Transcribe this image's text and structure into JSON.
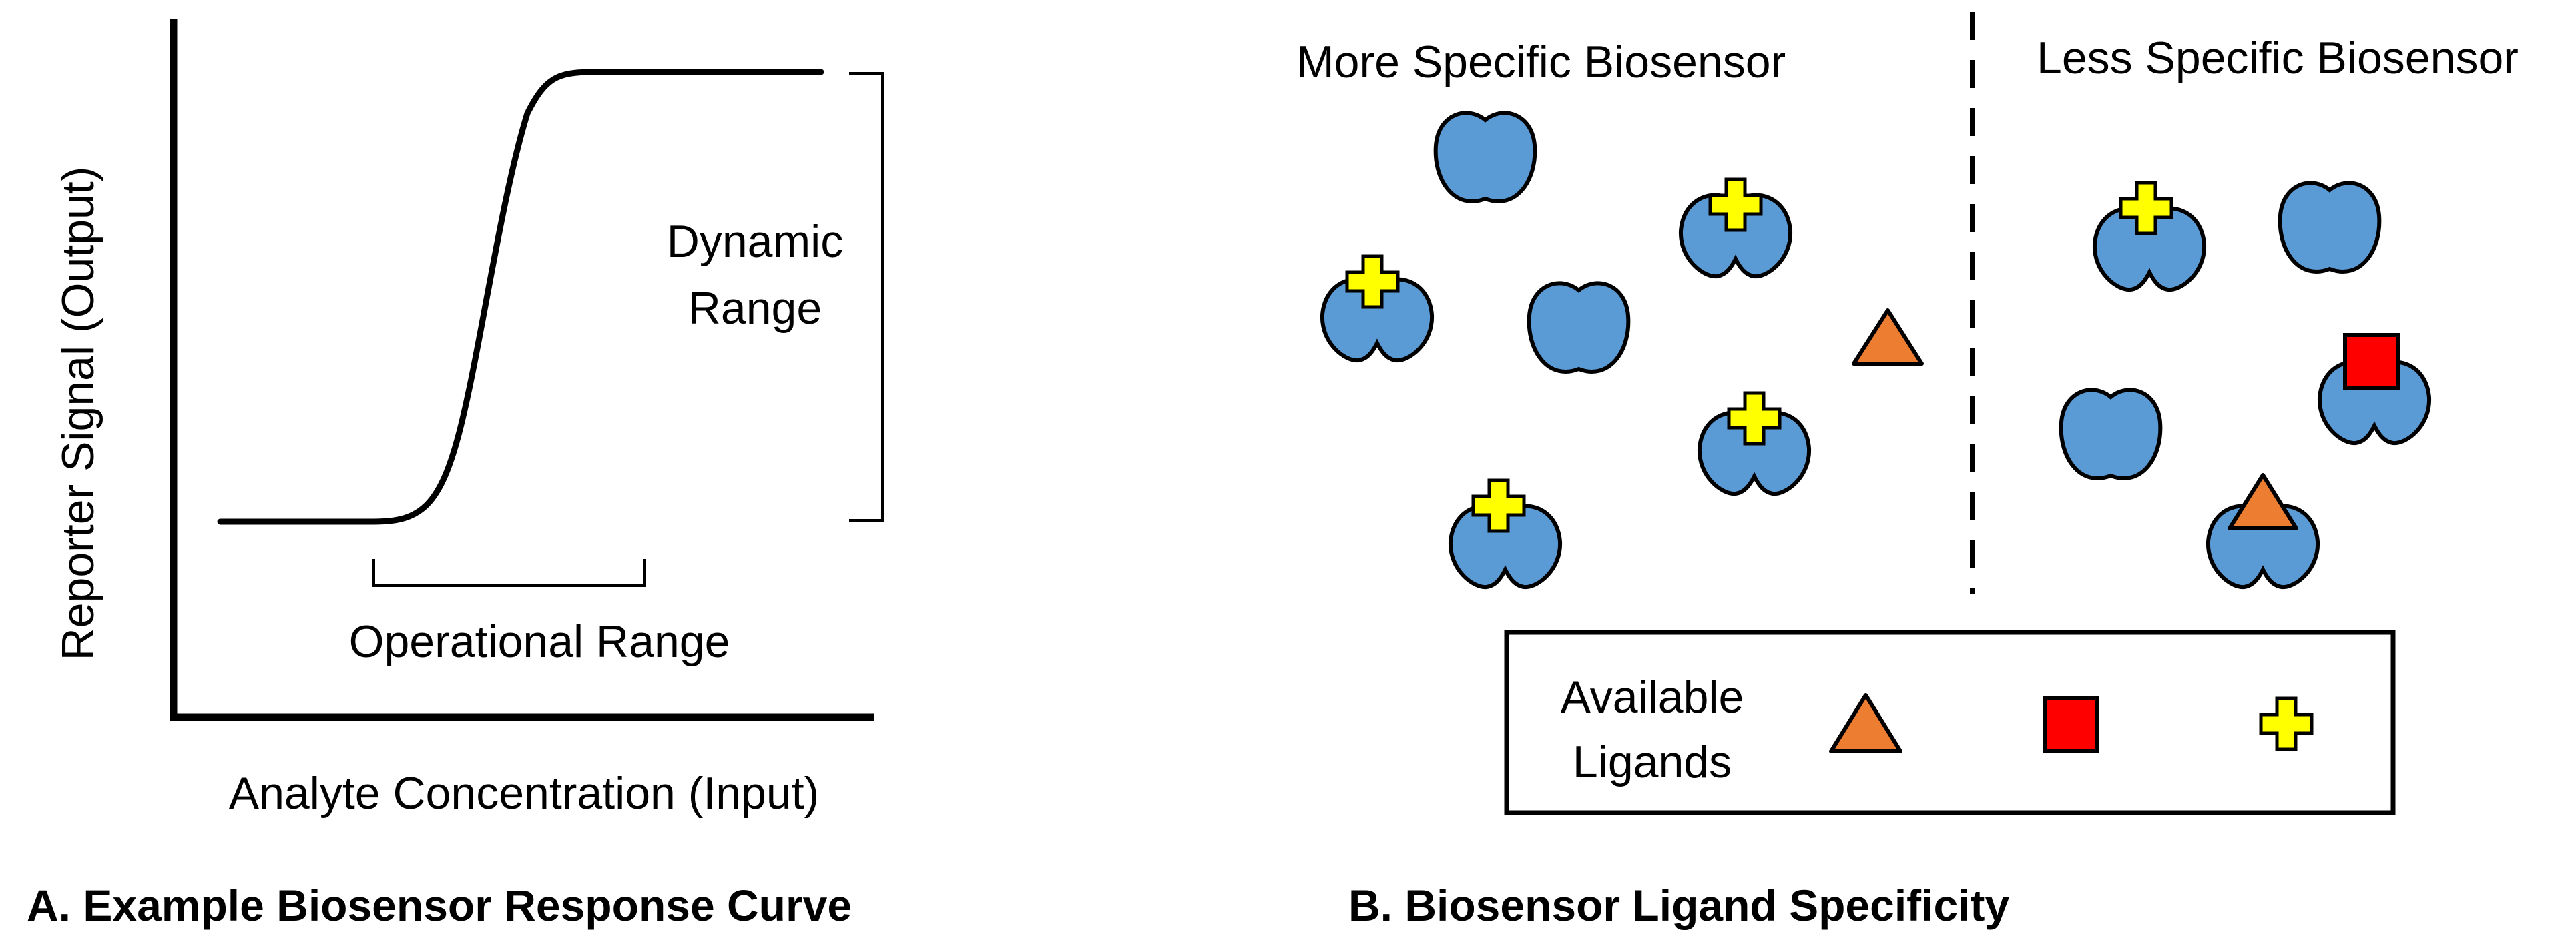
{
  "panel_a": {
    "y_axis_label": "Reporter Signal (Output)",
    "x_axis_label": "Analyte Concentration (Input)",
    "dynamic_range_line1": "Dynamic",
    "dynamic_range_line2": "Range",
    "operational_range_label": "Operational Range",
    "caption": "A. Example Biosensor Response Curve"
  },
  "panel_b": {
    "more_specific_label": "More Specific Biosensor",
    "less_specific_label": "Less Specific Biosensor",
    "legend_line1": "Available",
    "legend_line2": "Ligands",
    "caption": "B. Biosensor Ligand Specificity"
  },
  "legend_ligands": [
    "triangle-ligand",
    "square-ligand",
    "cross-ligand"
  ],
  "colors": {
    "receptor_blue": "#5B9BD5",
    "triangle_orange": "#ED7D31",
    "square_red": "#FF0000",
    "cross_yellow": "#FFFF00",
    "ink": "#000000"
  }
}
